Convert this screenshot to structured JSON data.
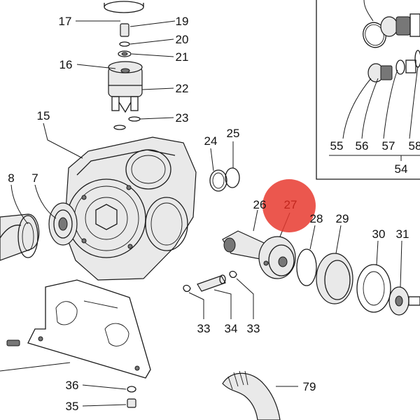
{
  "callouts": [
    {
      "id": "c16",
      "text": "16"
    },
    {
      "id": "c17",
      "text": "17"
    },
    {
      "id": "c19",
      "text": "19"
    },
    {
      "id": "c20",
      "text": "20"
    },
    {
      "id": "c21",
      "text": "21"
    },
    {
      "id": "c22",
      "text": "22"
    },
    {
      "id": "c23",
      "text": "23"
    },
    {
      "id": "c15",
      "text": "15"
    },
    {
      "id": "c8",
      "text": "8"
    },
    {
      "id": "c7",
      "text": "7"
    },
    {
      "id": "c24",
      "text": "24"
    },
    {
      "id": "c25",
      "text": "25"
    },
    {
      "id": "c26",
      "text": "26"
    },
    {
      "id": "c27",
      "text": "27"
    },
    {
      "id": "c28",
      "text": "28"
    },
    {
      "id": "c29",
      "text": "29"
    },
    {
      "id": "c30",
      "text": "30"
    },
    {
      "id": "c31",
      "text": "31"
    },
    {
      "id": "c33a",
      "text": "33"
    },
    {
      "id": "c34",
      "text": "34"
    },
    {
      "id": "c33b",
      "text": "33"
    },
    {
      "id": "c36",
      "text": "36"
    },
    {
      "id": "c35",
      "text": "35"
    },
    {
      "id": "c79",
      "text": "79"
    },
    {
      "id": "c55",
      "text": "55"
    },
    {
      "id": "c56",
      "text": "56"
    },
    {
      "id": "c57",
      "text": "57"
    },
    {
      "id": "c58",
      "text": "58"
    },
    {
      "id": "c54",
      "text": "54"
    }
  ],
  "highlight": {
    "callout": "27",
    "color": "#e8392f"
  }
}
